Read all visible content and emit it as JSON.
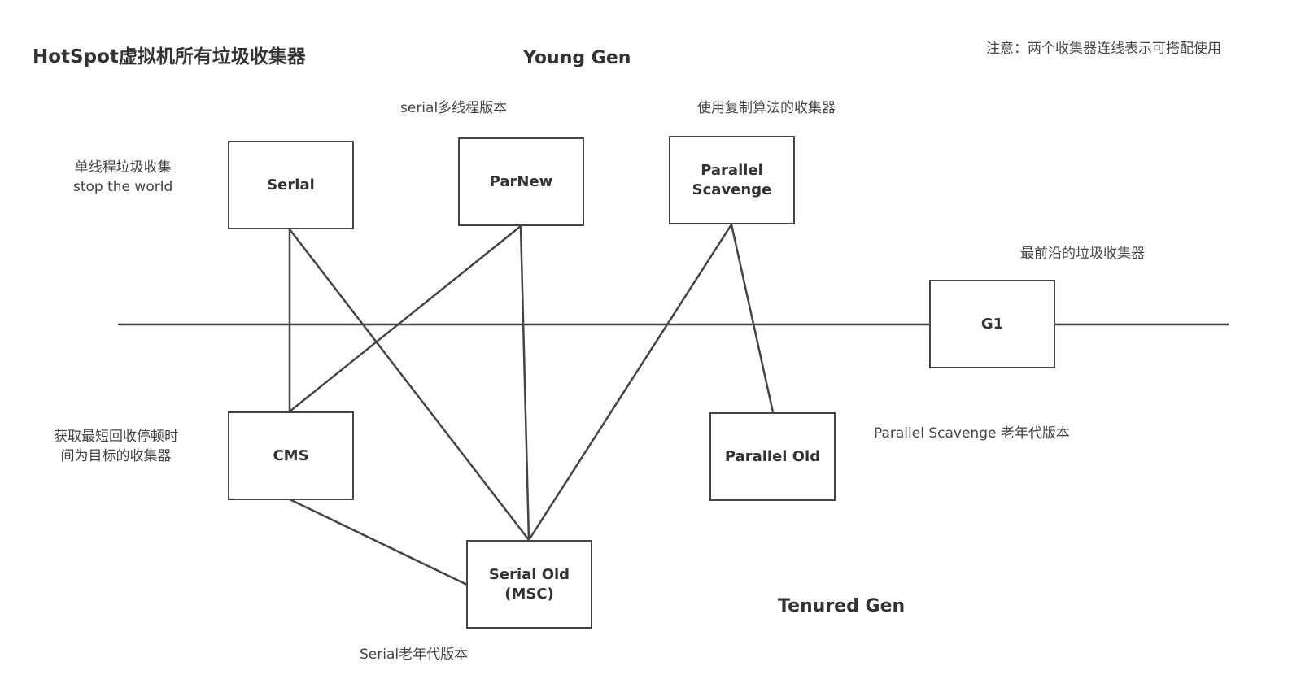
{
  "header": {
    "title": "HotSpot虚拟机所有垃圾收集器",
    "note": "注意：两个收集器连线表示可搭配使用"
  },
  "regions": {
    "young": "Young Gen",
    "tenured": "Tenured Gen"
  },
  "collectors": {
    "serial": "Serial",
    "parnew": "ParNew",
    "parallel_scavenge": "Parallel\nScavenge",
    "g1": "G1",
    "cms": "CMS",
    "parallel_old": "Parallel Old",
    "serial_old": "Serial Old\n(MSC)"
  },
  "annotations": {
    "serial": "单线程垃圾收集\nstop the world",
    "parnew": "serial多线程版本",
    "parallel_scavenge": "使用复制算法的收集器",
    "g1": "最前沿的垃圾收集器",
    "cms": "获取最短回收停顿时\n间为目标的收集器",
    "parallel_old": "Parallel Scavenge 老年代版本",
    "serial_old": "Serial老年代版本"
  },
  "connections": [
    [
      "serial",
      "cms"
    ],
    [
      "serial",
      "serial_old"
    ],
    [
      "parnew",
      "cms"
    ],
    [
      "parnew",
      "serial_old"
    ],
    [
      "parallel_scavenge",
      "serial_old"
    ],
    [
      "parallel_scavenge",
      "parallel_old"
    ],
    [
      "cms",
      "serial_old"
    ]
  ]
}
